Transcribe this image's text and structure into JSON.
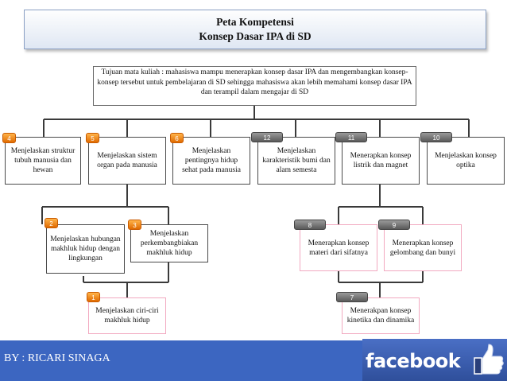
{
  "title": {
    "line1": "Peta Kompetensi",
    "line2": "Konsep Dasar IPA di SD"
  },
  "goal": "Tujuan mata kuliah : mahasiswa mampu menerapkan konsep dasar IPA dan mengembangkan konsep-konsep tersebut untuk pembelajaran di SD sehingga mahasiswa akan lebih memahami konsep dasar IPA dan terampil dalam mengajar di SD",
  "nodes": {
    "n4": {
      "badge": "4",
      "text": "Menjelaskan struktur tubuh manusia dan hewan"
    },
    "n5": {
      "badge": "5",
      "text": "Menjelaskan sistem organ pada manusia"
    },
    "n6": {
      "badge": "6",
      "text": "Menjelaskan pentingnya hidup sehat pada manusia"
    },
    "n12": {
      "badge": "12",
      "text": "Menjelaskan karakteristik bumi dan alam semesta"
    },
    "n11": {
      "badge": "11",
      "text": "Menerapkan konsep listrik dan magnet"
    },
    "n10": {
      "badge": "10",
      "text": "Menjelaskan konsep optika"
    },
    "n2": {
      "badge": "2",
      "text": "Menjelaskan hubungan makhluk hidup dengan lingkungan"
    },
    "n3": {
      "badge": "3",
      "text": "Menjelaskan perkembangbiakan makhluk hidup"
    },
    "n8": {
      "badge": "8",
      "text": "Menerapkan konsep materi dari sifatnya"
    },
    "n9": {
      "badge": "9",
      "text": "Menerapkan konsep gelombang dan bunyi"
    },
    "n1": {
      "badge": "1",
      "text": "Menjelaskan ciri-ciri makhluk hidup"
    },
    "n7": {
      "badge": "7",
      "text": "Menerakpan konsep kinetika dan dinamika"
    }
  },
  "footer": {
    "author": "BY : RICARI SINAGA",
    "logo_text": "facebook"
  },
  "colors": {
    "footer": "#3c66c1",
    "badge_orange": "#e06a00",
    "badge_gray": "#5a5a5a"
  }
}
